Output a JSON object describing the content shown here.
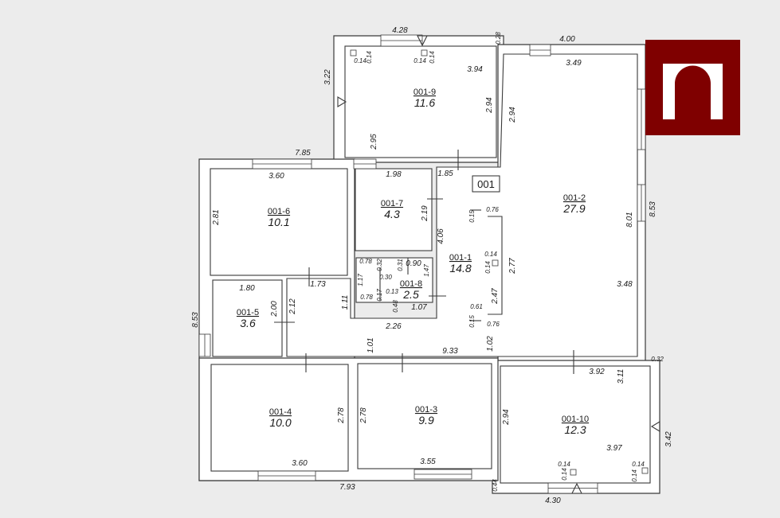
{
  "plan": {
    "id": "001",
    "rooms": [
      {
        "id": "001-1",
        "area": "14.8"
      },
      {
        "id": "001-2",
        "area": "27.9"
      },
      {
        "id": "001-3",
        "area": "9.9"
      },
      {
        "id": "001-4",
        "area": "10.0"
      },
      {
        "id": "001-5",
        "area": "3.6"
      },
      {
        "id": "001-6",
        "area": "10.1"
      },
      {
        "id": "001-7",
        "area": "4.3"
      },
      {
        "id": "001-8",
        "area": "2.5"
      },
      {
        "id": "001-9",
        "area": "11.6"
      },
      {
        "id": "001-10",
        "area": "12.3"
      }
    ],
    "dimensions": [
      "4.28",
      "0.28",
      "4.00",
      "3.49",
      "3.94",
      "3.22",
      "0.14",
      "0.14",
      "0.14",
      "0.14",
      "2.94",
      "2.95",
      "2.94",
      "7.85",
      "3.60",
      "1.98",
      "1.85",
      "2.81",
      "2.19",
      "4.06",
      "8.01",
      "8.53",
      "0.15",
      "0.76",
      "2.77",
      "0.14",
      "0.14",
      "0.78",
      "0.32",
      "0.31",
      "0.90",
      "1.47",
      "1.17",
      "0.30",
      "0.78",
      "0.17",
      "0.13",
      "0.48",
      "1.07",
      "1.73",
      "1.80",
      "2.00",
      "2.12",
      "1.11",
      "2.26",
      "2.47",
      "0.61",
      "0.15",
      "0.76",
      "3.48",
      "8.53",
      "1.01",
      "9.33",
      "1.02",
      "3.92",
      "3.11",
      "0.32",
      "2.78",
      "2.78",
      "2.94",
      "3.97",
      "3.42",
      "3.60",
      "3.55",
      "0.14",
      "0.14",
      "0.14",
      "0.14",
      "7.93",
      "0.44",
      "4.30"
    ]
  },
  "logo": {
    "name": "brand-logo-icon",
    "color": "#7f0000"
  }
}
